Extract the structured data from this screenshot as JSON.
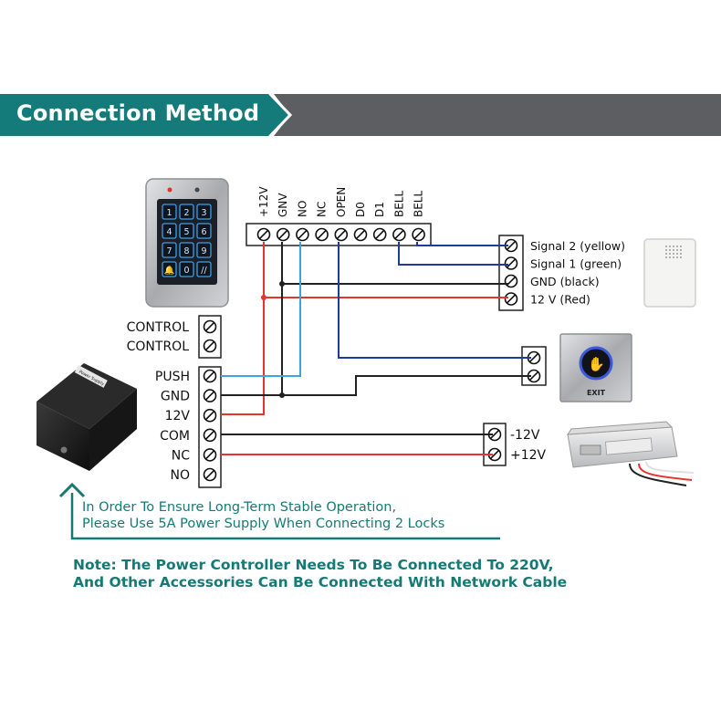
{
  "banner": {
    "title": "Connection Method",
    "accent_color": "#147b7a",
    "bar_color": "#5d5e61"
  },
  "keypad": {
    "terminals": [
      "+12V",
      "GNV",
      "NO",
      "NC",
      "OPEN",
      "D0",
      "D1",
      "BELL",
      "BELL"
    ],
    "keys": [
      "1",
      "2",
      "3",
      "4",
      "5",
      "6",
      "7",
      "8",
      "9",
      "🔔",
      "0",
      "//"
    ]
  },
  "power_supply": {
    "label_plate": "Power Supply",
    "terminals_top": [
      "CONTROL",
      "CONTROL"
    ],
    "terminals": [
      "PUSH",
      "GND",
      "12V",
      "COM",
      "NC",
      "NO"
    ]
  },
  "doorbell": {
    "terminals": [
      "Signal 2 (yellow)",
      "Signal 1 (green)",
      "GND  (black)",
      "12 V  (Red)"
    ]
  },
  "exit_button": {
    "label": "EXIT"
  },
  "lock": {
    "terminals": [
      "-12V",
      "+12V"
    ]
  },
  "notes": {
    "supply_line1": "In Order To Ensure Long-Term Stable Operation,",
    "supply_line2": "Please Use 5A Power Supply When Connecting 2 Locks",
    "main_line1": "Note: The Power Controller Needs To Be Connected To 220V,",
    "main_line2": "And Other Accessories Can Be Connected With  Network Cable"
  },
  "colors": {
    "red_wire": "#e8322e",
    "blue_wire": "#1d3a9c",
    "lightblue_wire": "#3aa6dd",
    "black_wire": "#222222",
    "note_color": "#157a76"
  }
}
